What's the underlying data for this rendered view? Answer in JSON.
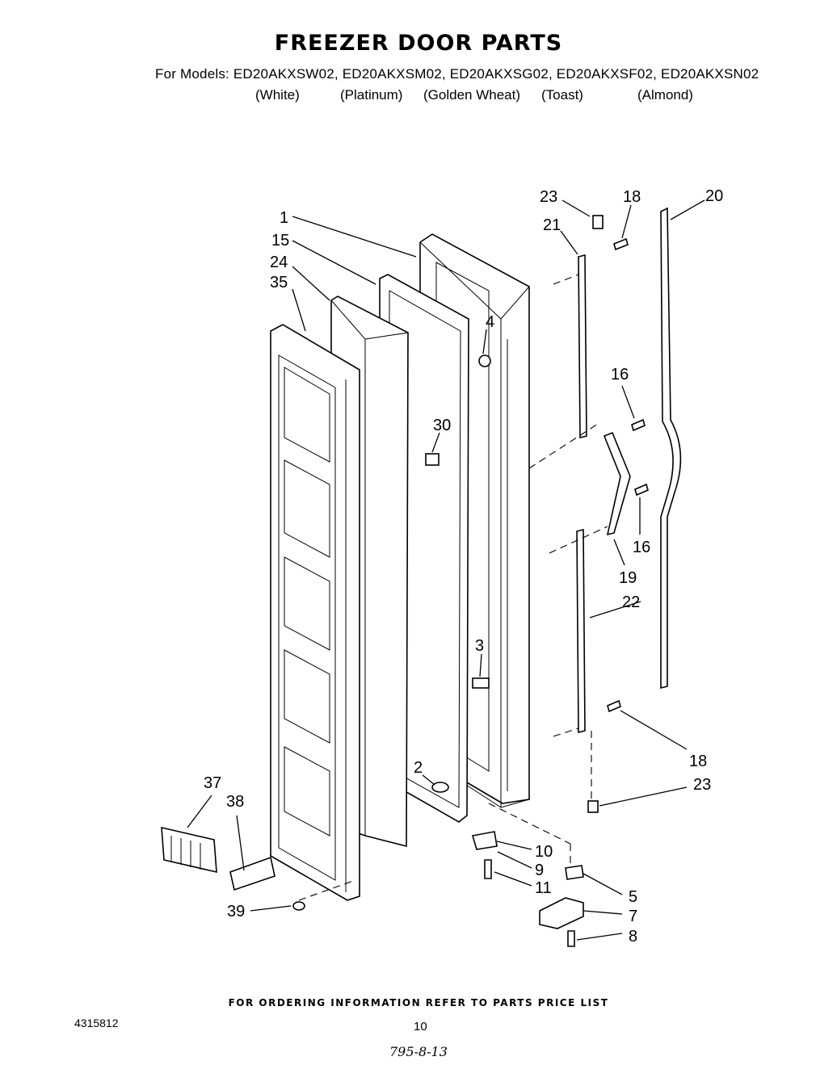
{
  "title": "FREEZER DOOR PARTS",
  "models_line": "For Models: ED20AKXSW02, ED20AKXSM02, ED20AKXSG02, ED20AKXSF02, ED20AKXSN02",
  "colors": [
    "(White)",
    "(Platinum)",
    "(Golden Wheat)",
    "(Toast)",
    "(Almond)"
  ],
  "callouts": [
    "1",
    "15",
    "24",
    "35",
    "4",
    "30",
    "3",
    "2",
    "23",
    "18",
    "21",
    "20",
    "16",
    "16",
    "19",
    "22",
    "18",
    "23",
    "37",
    "38",
    "39",
    "10",
    "9",
    "11",
    "5",
    "7",
    "8"
  ],
  "footer": "FOR ORDERING INFORMATION REFER TO PARTS PRICE LIST",
  "doc_number": "4315812",
  "page_number": "10",
  "handwritten_note": "795-8-13"
}
